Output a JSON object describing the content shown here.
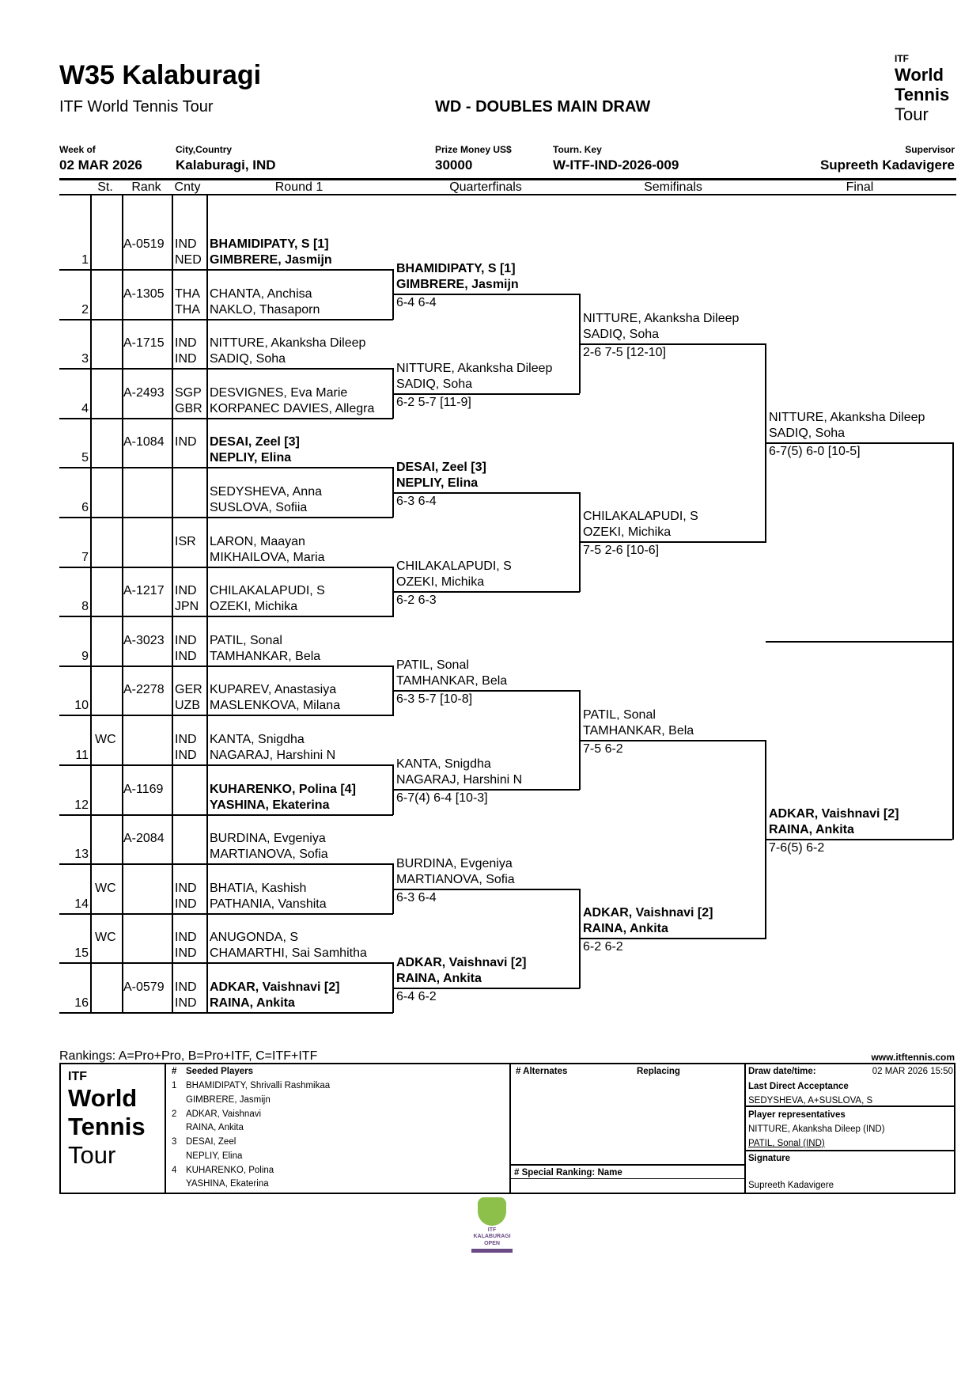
{
  "header": {
    "title": "W35 Kalaburagi",
    "subtitle": "ITF World Tennis Tour",
    "draw_name": "WD - DOUBLES MAIN DRAW",
    "logo": {
      "itf": "ITF",
      "line1": "World",
      "line2": "Tennis",
      "line3": "Tour"
    },
    "week_label": "Week of",
    "week_value": "02 MAR 2026",
    "city_label": "City,Country",
    "city_value": "Kalaburagi, IND",
    "prize_label": "Prize Money US$",
    "prize_value": "30000",
    "key_label": "Tourn. Key",
    "key_value": "W-ITF-IND-2026-009",
    "supervisor_label": "Supervisor",
    "supervisor_value": "Supreeth Kadavigere"
  },
  "columns": {
    "st": "St.",
    "rank": "Rank",
    "cnty": "Cnty",
    "r1": "Round 1",
    "qf": "Quarterfinals",
    "sf": "Semifinals",
    "f": "Final"
  },
  "round1": [
    {
      "num": "1",
      "st": "",
      "rank": "A-0519",
      "c1": "IND",
      "c2": "NED",
      "p1": "BHAMIDIPATY, S [1]",
      "p2": "GIMBRERE, Jasmijn",
      "seeded": true
    },
    {
      "num": "2",
      "st": "",
      "rank": "A-1305",
      "c1": "THA",
      "c2": "THA",
      "p1": "CHANTA, Anchisa",
      "p2": "NAKLO, Thasaporn",
      "seeded": false
    },
    {
      "num": "3",
      "st": "",
      "rank": "A-1715",
      "c1": "IND",
      "c2": "IND",
      "p1": "NITTURE, Akanksha Dileep",
      "p2": "SADIQ, Soha",
      "seeded": false
    },
    {
      "num": "4",
      "st": "",
      "rank": "A-2493",
      "c1": "SGP",
      "c2": "GBR",
      "p1": "DESVIGNES, Eva Marie",
      "p2": "KORPANEC DAVIES, Allegra",
      "seeded": false
    },
    {
      "num": "5",
      "st": "",
      "rank": "A-1084",
      "c1": "IND",
      "c2": "",
      "p1": "DESAI, Zeel [3]",
      "p2": "NEPLIY, Elina",
      "seeded": true
    },
    {
      "num": "6",
      "st": "",
      "rank": "",
      "c1": "",
      "c2": "",
      "p1": "SEDYSHEVA, Anna",
      "p2": "SUSLOVA, Sofiia",
      "seeded": false
    },
    {
      "num": "7",
      "st": "",
      "rank": "",
      "c1": "ISR",
      "c2": "",
      "p1": "LARON, Maayan",
      "p2": "MIKHAILOVA, Maria",
      "seeded": false
    },
    {
      "num": "8",
      "st": "",
      "rank": "A-1217",
      "c1": "IND",
      "c2": "JPN",
      "p1": "CHILAKALAPUDI, S",
      "p2": "OZEKI, Michika",
      "seeded": false
    },
    {
      "num": "9",
      "st": "",
      "rank": "A-3023",
      "c1": "IND",
      "c2": "IND",
      "p1": "PATIL, Sonal",
      "p2": "TAMHANKAR, Bela",
      "seeded": false
    },
    {
      "num": "10",
      "st": "",
      "rank": "A-2278",
      "c1": "GER",
      "c2": "UZB",
      "p1": "KUPAREV, Anastasiya",
      "p2": "MASLENKOVA, Milana",
      "seeded": false
    },
    {
      "num": "11",
      "st": "WC",
      "rank": "",
      "c1": "IND",
      "c2": "IND",
      "p1": "KANTA, Snigdha",
      "p2": "NAGARAJ, Harshini N",
      "seeded": false
    },
    {
      "num": "12",
      "st": "",
      "rank": "A-1169",
      "c1": "",
      "c2": "",
      "p1": "KUHARENKO, Polina [4]",
      "p2": "YASHINA, Ekaterina",
      "seeded": true
    },
    {
      "num": "13",
      "st": "",
      "rank": "A-2084",
      "c1": "",
      "c2": "",
      "p1": "BURDINA, Evgeniya",
      "p2": "MARTIANOVA, Sofia",
      "seeded": false
    },
    {
      "num": "14",
      "st": "WC",
      "rank": "",
      "c1": "IND",
      "c2": "IND",
      "p1": "BHATIA, Kashish",
      "p2": "PATHANIA, Vanshita",
      "seeded": false
    },
    {
      "num": "15",
      "st": "WC",
      "rank": "",
      "c1": "IND",
      "c2": "IND",
      "p1": "ANUGONDA, S",
      "p2": "CHAMARTHI, Sai Samhitha",
      "seeded": false
    },
    {
      "num": "16",
      "st": "",
      "rank": "A-0579",
      "c1": "IND",
      "c2": "IND",
      "p1": "ADKAR, Vaishnavi [2]",
      "p2": "RAINA, Ankita",
      "seeded": true
    }
  ],
  "rounds": [
    [
      {
        "p1": "BHAMIDIPATY, S [1]",
        "p2": "GIMBRERE, Jasmijn",
        "score": "6-4 6-4",
        "seeded": true
      },
      {
        "p1": "NITTURE, Akanksha Dileep",
        "p2": "SADIQ, Soha",
        "score": "6-2 5-7 [11-9]",
        "seeded": false
      },
      {
        "p1": "DESAI, Zeel [3]",
        "p2": "NEPLIY, Elina",
        "score": "6-3 6-4",
        "seeded": true
      },
      {
        "p1": "CHILAKALAPUDI, S",
        "p2": "OZEKI, Michika",
        "score": "6-2 6-3",
        "seeded": false
      },
      {
        "p1": "PATIL, Sonal",
        "p2": "TAMHANKAR, Bela",
        "score": "6-3 5-7 [10-8]",
        "seeded": false
      },
      {
        "p1": "KANTA, Snigdha",
        "p2": "NAGARAJ, Harshini N",
        "score": "6-7(4) 6-4 [10-3]",
        "seeded": false
      },
      {
        "p1": "BURDINA, Evgeniya",
        "p2": "MARTIANOVA, Sofia",
        "score": "6-3 6-4",
        "seeded": false
      },
      {
        "p1": "ADKAR, Vaishnavi [2]",
        "p2": "RAINA, Ankita",
        "score": "6-4 6-2",
        "seeded": true
      }
    ],
    [
      {
        "p1": "NITTURE, Akanksha Dileep",
        "p2": "SADIQ, Soha",
        "score": "2-6 7-5 [12-10]",
        "seeded": false
      },
      {
        "p1": "CHILAKALAPUDI, S",
        "p2": "OZEKI, Michika",
        "score": "7-5 2-6 [10-6]",
        "seeded": false
      },
      {
        "p1": "PATIL, Sonal",
        "p2": "TAMHANKAR, Bela",
        "score": "7-5 6-2",
        "seeded": false
      },
      {
        "p1": "ADKAR, Vaishnavi [2]",
        "p2": "RAINA, Ankita",
        "score": "6-2 6-2",
        "seeded": true
      }
    ],
    [
      {
        "p1": "NITTURE, Akanksha Dileep",
        "p2": "SADIQ, Soha",
        "score": "6-7(5) 6-0 [10-5]",
        "seeded": false
      },
      {
        "p1": "ADKAR, Vaishnavi [2]",
        "p2": "RAINA, Ankita",
        "score": "7-6(5) 6-2",
        "seeded": true
      }
    ]
  ],
  "footer": {
    "rankings_note": "Rankings: A=Pro+Pro, B=Pro+ITF, C=ITF+ITF",
    "website": "www.itftennis.com",
    "seeded_hash": "#",
    "seeded_title": "Seeded Players",
    "seeds": [
      {
        "n": "1",
        "a": "BHAMIDIPATY, Shrivalli Rashmikaa",
        "b": "GIMBRERE, Jasmijn"
      },
      {
        "n": "2",
        "a": "ADKAR, Vaishnavi",
        "b": "RAINA, Ankita"
      },
      {
        "n": "3",
        "a": "DESAI, Zeel",
        "b": "NEPLIY, Elina"
      },
      {
        "n": "4",
        "a": "KUHARENKO, Polina",
        "b": "YASHINA, Ekaterina"
      }
    ],
    "alternates_title": "# Alternates",
    "replacing_title": "Replacing",
    "special_ranking_title": "#  Special Ranking: Name",
    "draw_date_label": "Draw date/time:",
    "draw_date_value": "02 MAR 2026 15:50",
    "lda_label": "Last Direct Acceptance",
    "lda_value": "SEDYSHEVA, A+SUSLOVA, S",
    "reps_label": "Player representatives",
    "reps": [
      "NITTURE, Akanksha Dileep (IND)",
      "PATIL, Sonal (IND)"
    ],
    "signature_label": "Signature",
    "signature_value": "Supreeth Kadavigere",
    "sponsor_logo_text": "ITF KALABURAGI OPEN"
  },
  "colors": {
    "sponsor_green": "#8cc04a",
    "sponsor_purple": "#6b4b86"
  }
}
